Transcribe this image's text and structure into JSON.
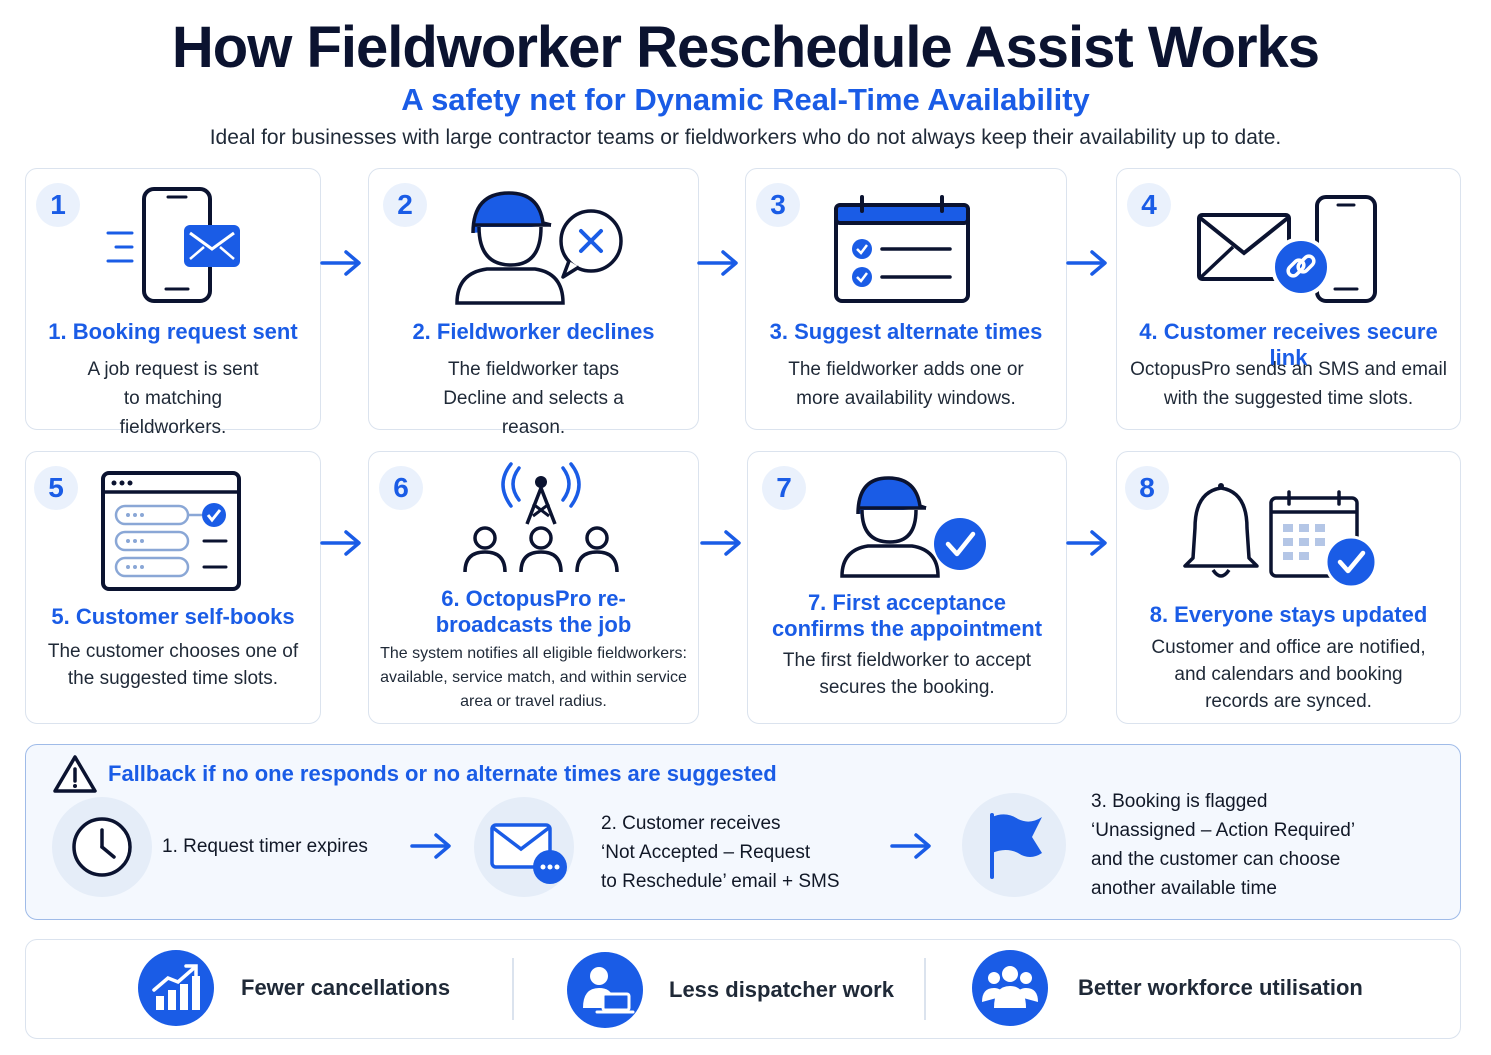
{
  "header": {
    "title": "How Fieldworker Reschedule Assist Works",
    "subtitle": "A safety net for Dynamic Real-Time Availability",
    "intro": "Ideal for businesses with large contractor teams or fieldworkers who do not always keep their availability up to date."
  },
  "steps": [
    {
      "number": "1",
      "icon": "phone-message-icon",
      "title": "1. Booking request sent",
      "desc": "A job request is sent to matching fieldworkers."
    },
    {
      "number": "2",
      "icon": "fieldworker-decline-icon",
      "title": "2. Fieldworker declines",
      "desc": "The fieldworker taps Decline and selects a reason."
    },
    {
      "number": "3",
      "icon": "calendar-checklist-icon",
      "title": "3. Suggest alternate times",
      "desc": "The fieldworker adds one or more availability windows."
    },
    {
      "number": "4",
      "icon": "secure-link-icon",
      "title": "4. Customer receives secure link",
      "desc": "OctopusPro sends an SMS and email with the suggested time slots."
    },
    {
      "number": "5",
      "icon": "self-book-icon",
      "title": "5. Customer self-books",
      "desc": "The customer chooses one of the suggested time slots."
    },
    {
      "number": "6",
      "icon": "broadcast-icon",
      "title": "6. OctopusPro re-broadcasts the job",
      "desc": "The system notifies all eligible fieldworkers: available, service match, and within service area or travel radius."
    },
    {
      "number": "7",
      "icon": "fieldworker-accept-icon",
      "title": "7. First acceptance confirms the appointment",
      "desc": "The first fieldworker to accept secures the booking."
    },
    {
      "number": "8",
      "icon": "bell-calendar-icon",
      "title": "8. Everyone stays updated",
      "desc": "Customer and office are notified, and calendars and booking records are synced."
    }
  ],
  "fallback": {
    "title": "Fallback if no one responds or no alternate times are suggested",
    "steps": [
      {
        "icon": "clock-icon",
        "lines": [
          "1. Request timer expires"
        ]
      },
      {
        "icon": "mail-chat-icon",
        "lines": [
          "2. Customer receives",
          "‘Not Accepted – Request",
          "to Reschedule’ email + SMS"
        ]
      },
      {
        "icon": "flag-icon",
        "lines": [
          "3. Booking is flagged",
          "‘Unassigned – Action Required’",
          "and the customer can choose",
          "another available time"
        ]
      }
    ]
  },
  "benefits": [
    {
      "icon": "growth-chart-icon",
      "label": "Fewer cancellations"
    },
    {
      "icon": "dispatcher-icon",
      "label": "Less dispatcher work"
    },
    {
      "icon": "team-icon",
      "label": "Better workforce utilisation"
    }
  ],
  "colors": {
    "accent": "#1a5ce6",
    "dark": "#0b1330",
    "border": "#dbe3ee",
    "fallback_bg": "#f4f8fe"
  }
}
